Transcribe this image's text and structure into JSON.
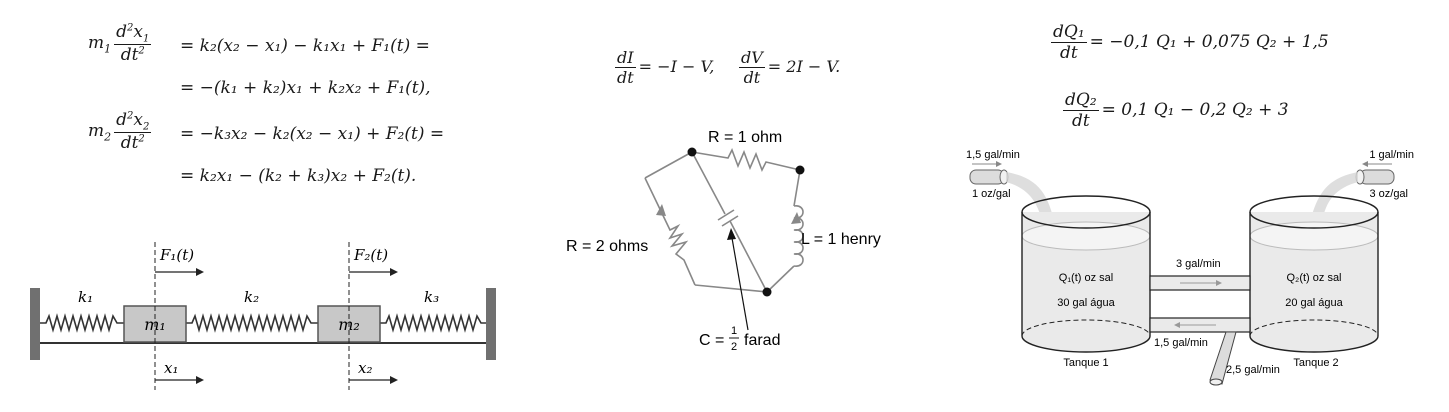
{
  "spring": {
    "eq1_lhs": "m₁ d²x₁/dt²",
    "eq1_l1": "= k₂(x₂ − x₁) − k₁x₁ + F₁(t) =",
    "eq1_l2": "= −(k₁ + k₂)x₁ + k₂x₂ + F₁(t),",
    "eq2_lhs": "m₂ d²x₂/dt²",
    "eq2_l1": "= −k₃x₂ − k₂(x₂ − x₁) + F₂(t) =",
    "eq2_l2": "= k₂x₁ − (k₂ + k₃)x₂ + F₂(t).",
    "k1": "k₁",
    "k2": "k₂",
    "k3": "k₃",
    "m1": "m₁",
    "m2": "m₂",
    "F1": "F₁(t)",
    "F2": "F₂(t)",
    "x1": "x₁",
    "x2": "x₂"
  },
  "circuit": {
    "eq_a": "= −I − V,",
    "eq_b": "= 2I − V.",
    "dI": "dI",
    "dV": "dV",
    "dt": "dt",
    "R1": "R = 1 ohm",
    "R2": "R = 2 ohms",
    "L": "L = 1 henry",
    "C_prefix": "C =",
    "C_num": "1",
    "C_den": "2",
    "C_unit": "farad"
  },
  "tanks": {
    "eq1_num": "dQ₁",
    "eq1_rhs": "= −0,1 Q₁ + 0,075 Q₂ + 1,5",
    "eq2_num": "dQ₂",
    "eq2_rhs": "= 0,1 Q₁ − 0,2 Q₂ + 3",
    "dt": "dt",
    "in1_rate": "1,5 gal/min",
    "in1_conc": "1 oz/gal",
    "in2_rate": "1 gal/min",
    "in2_conc": "3 oz/gal",
    "pipe_top": "3 gal/min",
    "pipe_bottom": "1,5 gal/min",
    "outflow": "2,5 gal/min",
    "tank1_q": "Q₁(t) oz sal",
    "tank1_vol": "30 gal água",
    "tank1_name": "Tanque 1",
    "tank2_q": "Q₂(t) oz sal",
    "tank2_vol": "20 gal água",
    "tank2_name": "Tanque 2",
    "water_color": "#e4e4e4"
  }
}
